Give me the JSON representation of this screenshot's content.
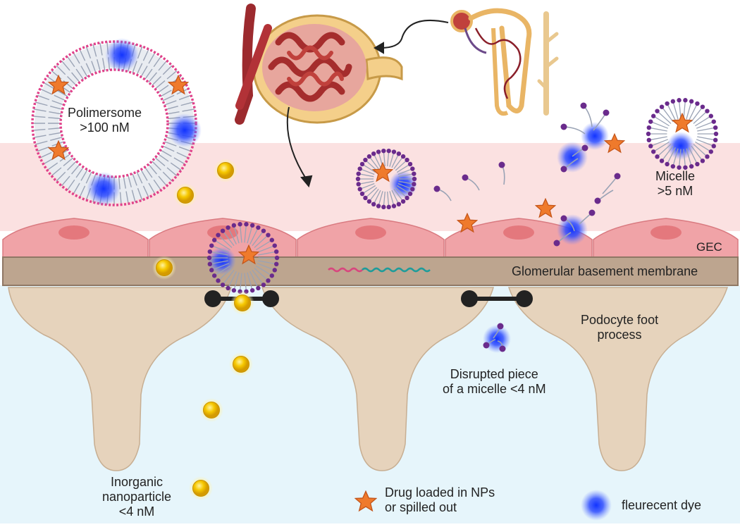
{
  "labels": {
    "polymersome": [
      "Polimersome",
      ">100 nM"
    ],
    "micelle": [
      "Micelle",
      ">5 nM"
    ],
    "gec": "GEC",
    "gbm": "Glomerular basement membrane",
    "podocyte": [
      "Podocyte foot",
      "process"
    ],
    "disrupted": [
      "Disrupted piece",
      "of a micelle <4 nM"
    ],
    "inorganic": [
      "Inorganic",
      "nanoparticle",
      "<4 nM"
    ]
  },
  "legend": {
    "drug": [
      "Drug loaded in NPs",
      "or spilled out"
    ],
    "dye": "fleurecent dye"
  },
  "colors": {
    "lumen": "#fbe1e1",
    "endothelium": "#f0a3a7",
    "nucleus": "#e4787d",
    "gbm": "#bda58f",
    "podocyte": "#e6d3bc",
    "urinary_space": "#e6f5fb",
    "drug_star": "#ef7a2c",
    "dye": "#2f4dff",
    "micelle_head": "#6a2b8c",
    "polymersome_head": "#e0418a",
    "gold_np": "#f2c200"
  }
}
